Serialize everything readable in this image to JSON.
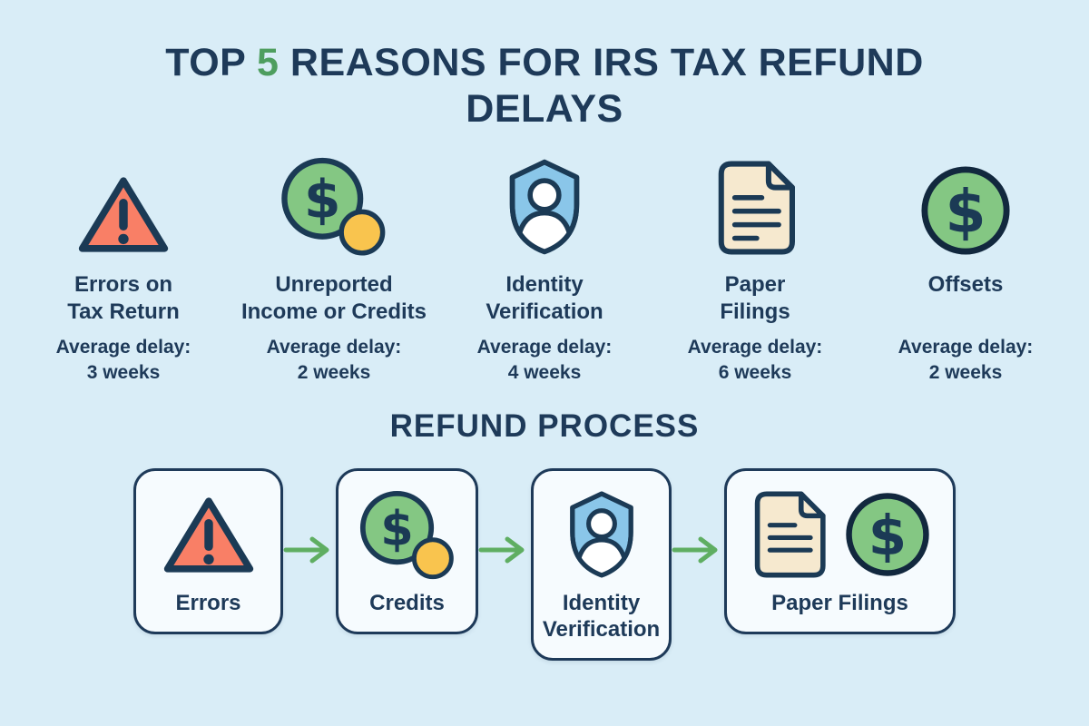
{
  "title": {
    "prefix": "TOP ",
    "highlight": "5",
    "suffix": " REASONS FOR IRS TAX REFUND DELAYS"
  },
  "reasons": [
    {
      "icon": "warning-triangle",
      "label": "Errors on\nTax Return",
      "delay_label": "Average delay:",
      "delay_value": "3 weeks"
    },
    {
      "icon": "dollar-coin",
      "label": "Unreported\nIncome or Credits",
      "delay_label": "Average delay:",
      "delay_value": "2 weeks"
    },
    {
      "icon": "shield-person",
      "label": "Identity\nVerification",
      "delay_label": "Average delay:",
      "delay_value": "4 weeks"
    },
    {
      "icon": "paper-document",
      "label": "Paper\nFilings",
      "delay_label": "Average delay:",
      "delay_value": "6 weeks"
    },
    {
      "icon": "dollar-circle",
      "label": "Offsets",
      "delay_label": "Average delay:",
      "delay_value": "2 weeks"
    }
  ],
  "process": {
    "heading": "REFUND PROCESS",
    "steps": [
      {
        "icon": "warning-triangle",
        "label": "Errors"
      },
      {
        "icon": "dollar-coin",
        "label": "Credits"
      },
      {
        "icon": "shield-person",
        "label": "Identity\nVerification"
      },
      {
        "icon": "paper-document-and-dollar",
        "label": "Paper Filings"
      }
    ]
  },
  "icon_glyphs": {
    "dollar": "$"
  },
  "colors": {
    "background": "#d9edf7",
    "navy_text": "#1e3a59",
    "green_accent": "#4e9e5f",
    "coral_triangle": "#f97f66",
    "green_icon": "#84c783",
    "yellow_coin": "#f9c44e",
    "blue_shield": "#8ac6e9",
    "cream_paper": "#f6e9cf",
    "arrow_green": "#5fae62",
    "step_box_fill": "#f6fbfe"
  }
}
